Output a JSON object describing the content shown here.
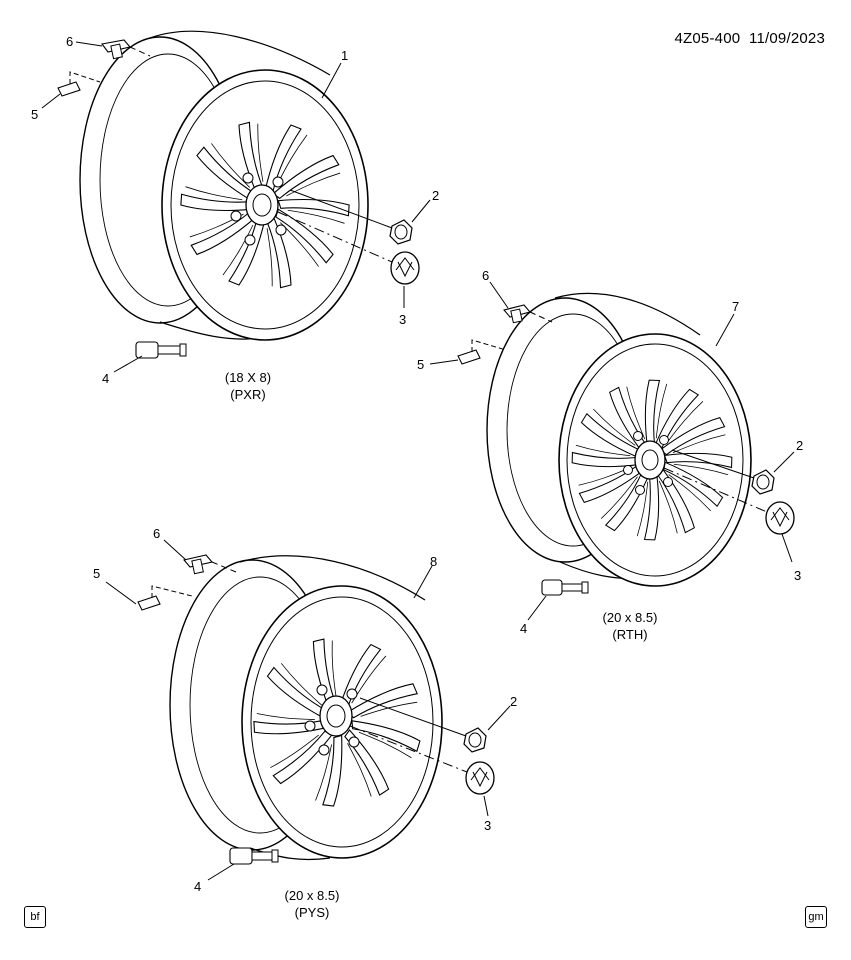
{
  "header": {
    "doc_id": "4Z05-400",
    "date": "11/09/2023"
  },
  "wheels": [
    {
      "size": "(18 X 8)",
      "code": "(PXR)",
      "callouts": {
        "wheel": "1",
        "nut": "2",
        "cap": "3",
        "valve": "4",
        "weight": "5",
        "sensor_clip": "6"
      }
    },
    {
      "size": "(20 x 8.5)",
      "code": "(RTH)",
      "callouts": {
        "wheel": "7",
        "nut": "2",
        "cap": "3",
        "valve": "4",
        "weight": "5",
        "sensor_clip": "6"
      }
    },
    {
      "size": "(20 x 8.5)",
      "code": "(PYS)",
      "callouts": {
        "wheel": "8",
        "nut": "2",
        "cap": "3",
        "valve": "4",
        "weight": "5",
        "sensor_clip": "6"
      }
    }
  ],
  "footer": {
    "left_badge": "bf",
    "right_badge": "gm"
  },
  "icons": {
    "left_badge": "bf-badge-icon",
    "right_badge": "gm-logo-icon"
  }
}
